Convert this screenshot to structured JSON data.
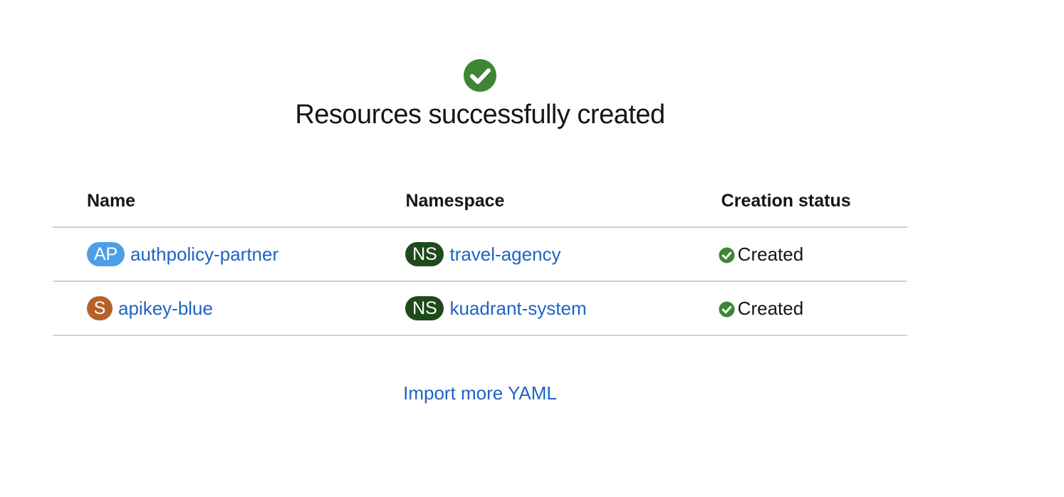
{
  "header": {
    "title": "Resources successfully created",
    "icon": "check-circle-icon",
    "icon_color": "#3e8635"
  },
  "table": {
    "columns": [
      "Name",
      "Namespace",
      "Creation status"
    ],
    "rows": [
      {
        "kind_badge": "AP",
        "kind_color": "#4a9fe8",
        "name": "authpolicy-partner",
        "ns_badge": "NS",
        "namespace": "travel-agency",
        "status": "Created"
      },
      {
        "kind_badge": "S",
        "kind_color": "#b6612b",
        "name": "apikey-blue",
        "ns_badge": "NS",
        "namespace": "kuadrant-system",
        "status": "Created"
      }
    ]
  },
  "footer": {
    "import_link": "Import more YAML"
  },
  "colors": {
    "link": "#1f63c4",
    "namespace_badge": "#1f4a1c",
    "success": "#3e8635",
    "divider": "#d2d2d2"
  }
}
